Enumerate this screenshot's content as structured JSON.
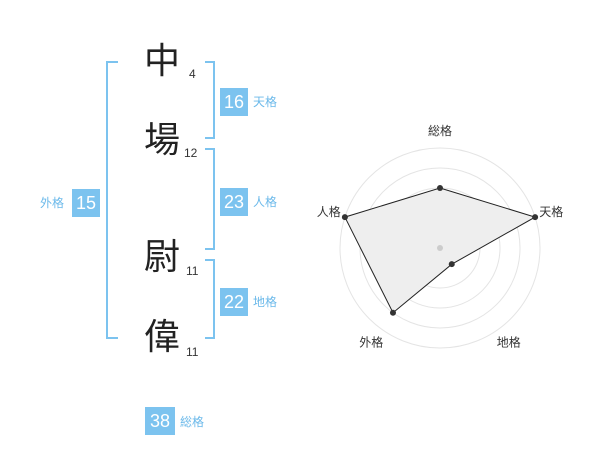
{
  "name": {
    "chars": [
      {
        "kanji": "中",
        "strokes": "4"
      },
      {
        "kanji": "場",
        "strokes": "12"
      },
      {
        "kanji": "尉",
        "strokes": "11"
      },
      {
        "kanji": "偉",
        "strokes": "11"
      }
    ]
  },
  "fortunes": {
    "tenkaku": {
      "value": "16",
      "label": "天格"
    },
    "jinkaku": {
      "value": "23",
      "label": "人格"
    },
    "chikaku": {
      "value": "22",
      "label": "地格"
    },
    "gaikaku": {
      "value": "15",
      "label": "外格"
    },
    "soukaku": {
      "value": "38",
      "label": "総格"
    }
  },
  "colors": {
    "accent": "#7cc3ef",
    "radar_fill": "#eeeeee",
    "radar_line": "#222222"
  },
  "chart_data": {
    "type": "radar",
    "axes": [
      "総格",
      "天格",
      "地格",
      "外格",
      "人格"
    ],
    "values": [
      3,
      5,
      1,
      4,
      5
    ],
    "range": [
      0,
      5
    ],
    "rings": 5
  }
}
